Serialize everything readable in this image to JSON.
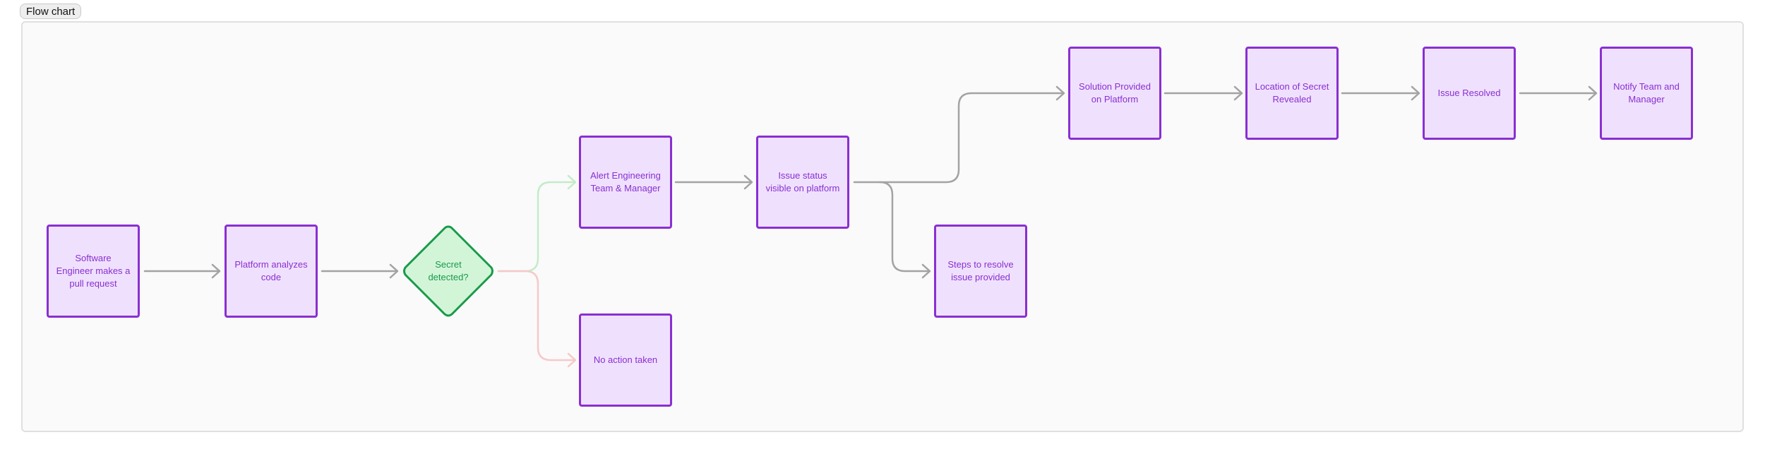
{
  "tab": {
    "label": "Flow chart"
  },
  "colors": {
    "node_border": "#8a2fd1",
    "node_fill": "#efe1fd",
    "node_text": "#8a2fd1",
    "decision_border": "#1a9a4a",
    "decision_fill": "#d2f5d8",
    "decision_text": "#1a9a4a",
    "edge": "#a3a3a3",
    "edge_yes": "#c3ecc8",
    "edge_no": "#f6c9c9"
  },
  "nodes": {
    "software_engineer": "Software Engineer makes a pull request",
    "platform_analyzes": "Platform analyzes code",
    "secret_detected": "Secret detected?",
    "alert_team": "Alert Engineering Team & Manager",
    "no_action": "No action taken",
    "issue_status": "Issue status visible on platform",
    "steps_resolve": "Steps to resolve issue provided",
    "solution_provided": "Solution Provided on Platform",
    "location_revealed": "Location of Secret Revealed",
    "issue_resolved": "Issue Resolved",
    "notify_team": "Notify Team and Manager"
  }
}
